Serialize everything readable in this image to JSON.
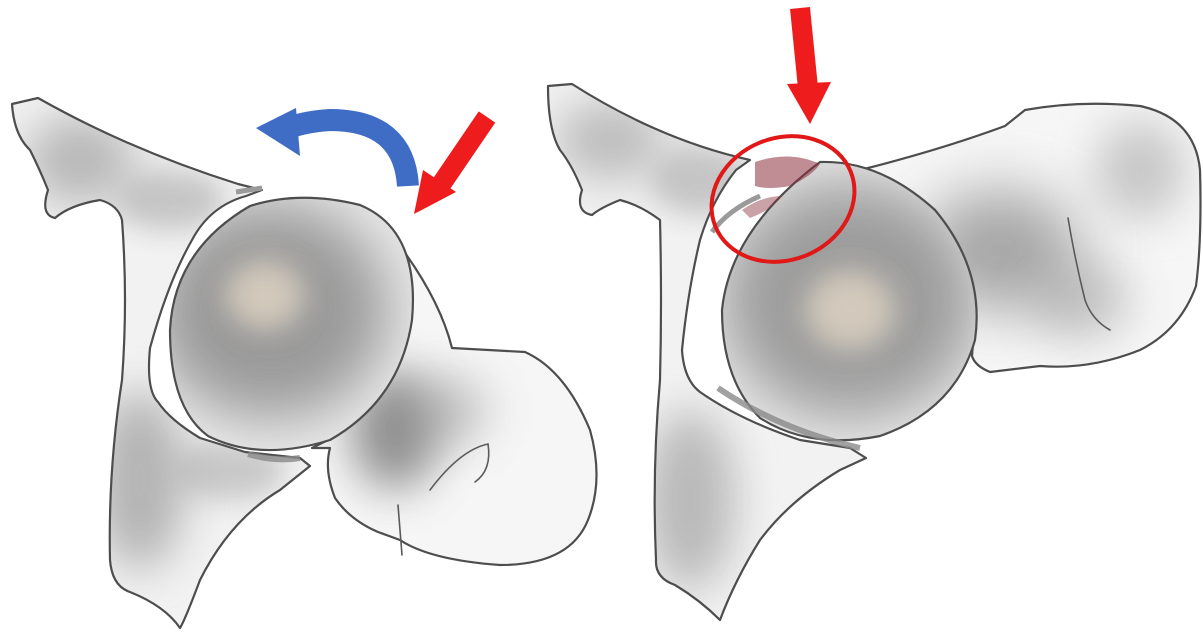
{
  "figure": {
    "panels": [
      {
        "id": "left",
        "elements": [
          "scapula",
          "humeral-head",
          "humerus-shaft",
          "rotation-arrow",
          "pointer-arrow"
        ]
      },
      {
        "id": "right",
        "elements": [
          "scapula",
          "humeral-head",
          "humerus-shaft",
          "pointer-arrow",
          "highlight-circle",
          "lesion"
        ]
      }
    ],
    "colors": {
      "pointer_arrow": "#ee1c1c",
      "rotation_arrow": "#3f6cc4",
      "highlight_circle": "#e01818",
      "lesion": "#8c2f3e",
      "bone_shade": "#8f8f8f",
      "outline": "#4d4d4d",
      "head_center": "#d9cfc0"
    }
  }
}
